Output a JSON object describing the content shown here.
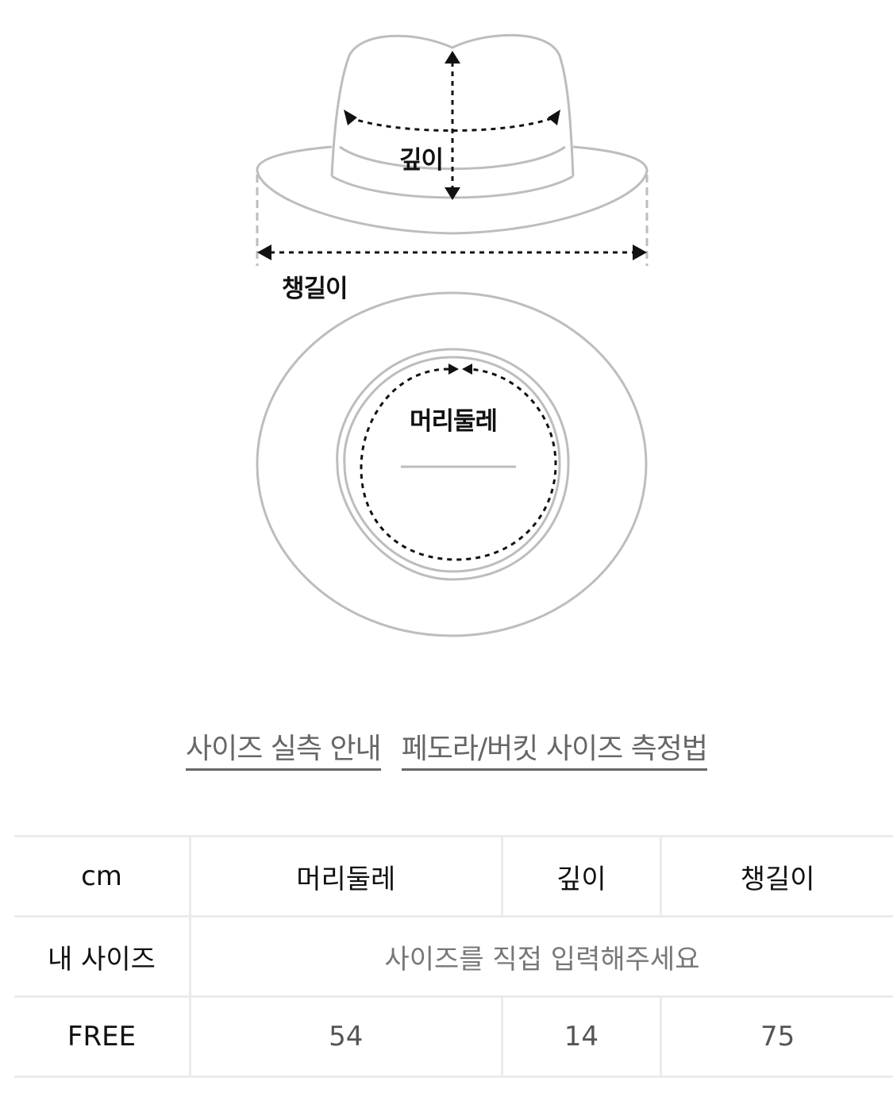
{
  "diagram": {
    "labels": {
      "depth": "깊이",
      "brim": "챙길이",
      "head_circumference": "머리둘레"
    },
    "line_color": "#bdbdbd",
    "arrow_color": "#111111"
  },
  "links": [
    {
      "label": "사이즈 실측 안내"
    },
    {
      "label": "페도라/버킷 사이즈 측정법"
    }
  ],
  "table": {
    "unit_label": "cm",
    "columns": [
      "머리둘레",
      "깊이",
      "챙길이"
    ],
    "my_size": {
      "label": "내 사이즈",
      "placeholder": "사이즈를 직접 입력해주세요"
    },
    "rows": [
      {
        "size": "FREE",
        "values": [
          "54",
          "14",
          "75"
        ]
      }
    ]
  }
}
